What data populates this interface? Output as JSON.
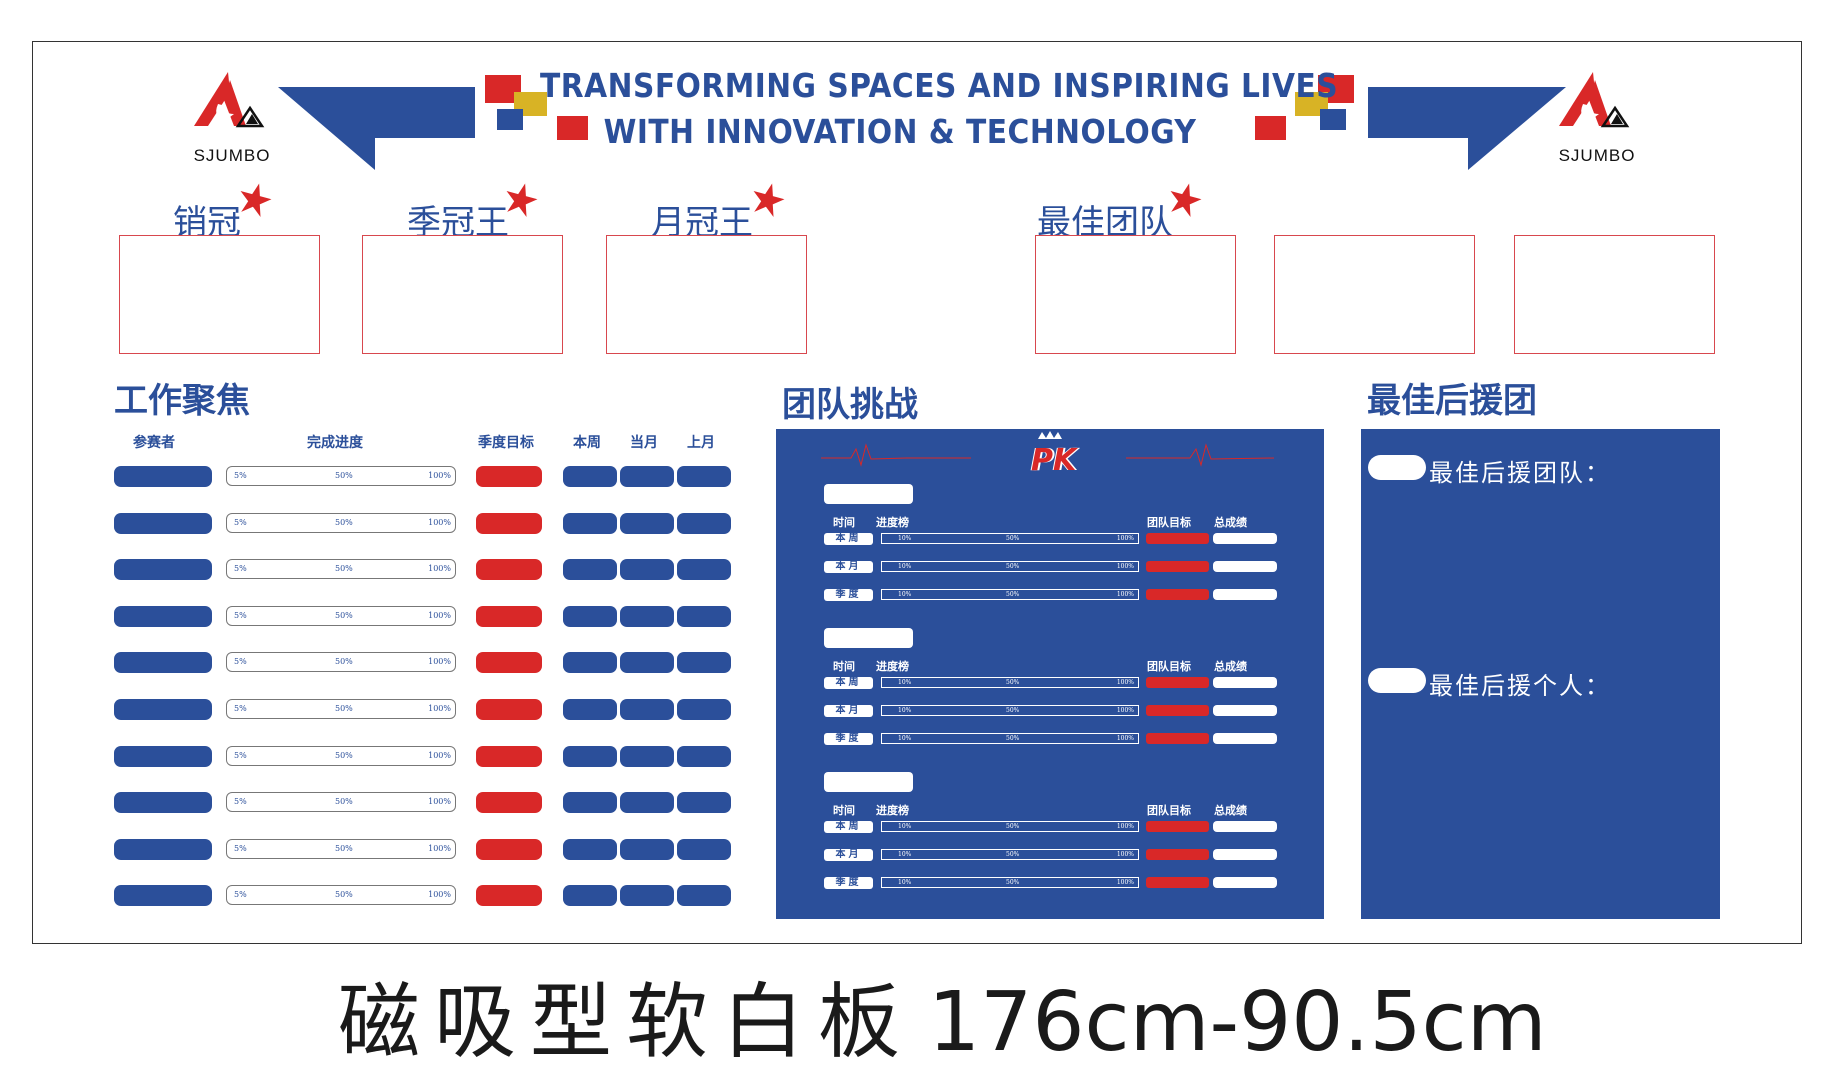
{
  "header": {
    "headline_line1": "TRANSFORMING SPACES AND INSPIRING LIVES",
    "headline_line2": "WITH INNOVATION & TECHNOLOGY",
    "brand": "SJUMBO",
    "colors": {
      "blue": "#2b4f9a",
      "red": "#d92828",
      "yellow": "#d8b325"
    }
  },
  "awards": {
    "sales_champion": "销冠",
    "season_champion": "季冠王",
    "month_champion": "月冠王",
    "best_team": "最佳团队"
  },
  "work_focus": {
    "title": "工作聚焦",
    "columns": {
      "participant": "参赛者",
      "progress": "完成进度",
      "season_target": "季度目标",
      "this_week": "本周",
      "this_month": "当月",
      "last_month": "上月"
    },
    "progress_ticks": {
      "low": "5%",
      "mid": "50%",
      "high": "100%"
    },
    "row_count": 10
  },
  "team_challenge": {
    "title": "团队挑战",
    "logo_text": "PK",
    "columns": {
      "time": "时间",
      "progress": "进度榜",
      "team_target": "团队目标",
      "total": "总成绩"
    },
    "rows": {
      "week": "本周",
      "month": "本月",
      "season": "季度"
    },
    "progress_ticks": {
      "low": "10%",
      "mid": "50%",
      "high": "100%"
    },
    "group_count": 3
  },
  "best_support": {
    "title": "最佳后援团",
    "team_label": "最佳后援团队：",
    "person_label": "最佳后援个人："
  },
  "caption": {
    "product": "磁吸型软白板",
    "size": "176cm-90.5cm"
  }
}
